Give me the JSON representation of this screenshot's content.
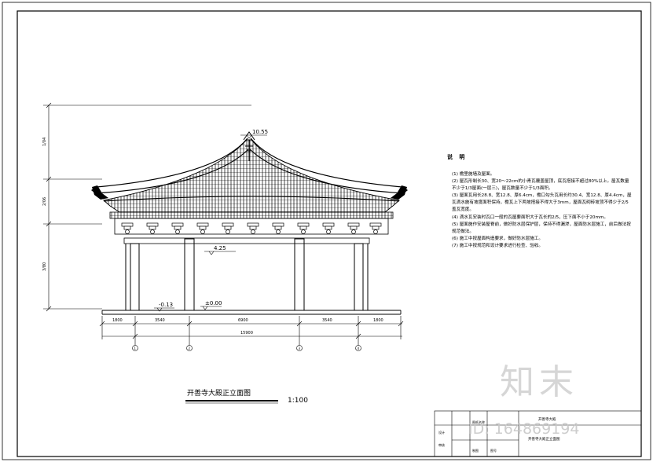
{
  "drawing": {
    "title": "开善寺大殿正立面图",
    "scale": "1:100",
    "elevations": {
      "ridge": "10.55",
      "eave": "4.25",
      "ground": "-0.13",
      "floor": "±0.00"
    },
    "dim_vertical": [
      "1/04",
      "2/06",
      "3/80"
    ],
    "dim_horizontal": [
      "1800",
      "3540",
      "6900",
      "3540",
      "1800"
    ],
    "dim_total": "15900",
    "axis_marks": [
      "1",
      "2",
      "3",
      "4"
    ],
    "stroke_color": "#000000"
  },
  "notes": {
    "title": "说  明",
    "items": [
      "(1) 檐里施墙及屋面。",
      "(2) 屋瓦形制长30、宽20～22cm的小青瓦覆盖屋顶，底瓦搭接不超过80%以上。屋瓦数量不少于1/3屋面(一层三)，屋瓦数量不少于1/3面积。",
      "(3) 屋面瓦用长28.8、宽12.8、厚6.4cm，檐口勾头瓦用长约30.4、宽12.8、厚4.4cm，屋瓦滴水施有坡度面积保持，檐瓦上下两坡搭接不得大于3mm，屋面瓦砌砖坡顶不得少于2/5盖瓦宽度。",
      "(4) 滴水瓦安装时瓦口一般的瓦屋要面积大于瓦长的2/5，压下面不小于20mm。",
      "(5) 屋面施作安装屋脊前，做好防水层保护层，保持不得漏渗，屋面防水层施工，前后做法按规范做法。",
      "(6) 施工中按屋面构造要求，做好防水层施工。",
      "(7) 施工中按规范和设计要求进行检查、验收。"
    ]
  },
  "title_block": {
    "cells": [
      "图纸名称",
      "开善寺大殿",
      "设计",
      "审核",
      "制图",
      "图号",
      "开善寺大殿正立面图"
    ]
  },
  "watermark": {
    "logo": "知末",
    "id": "ID: 164869194"
  }
}
